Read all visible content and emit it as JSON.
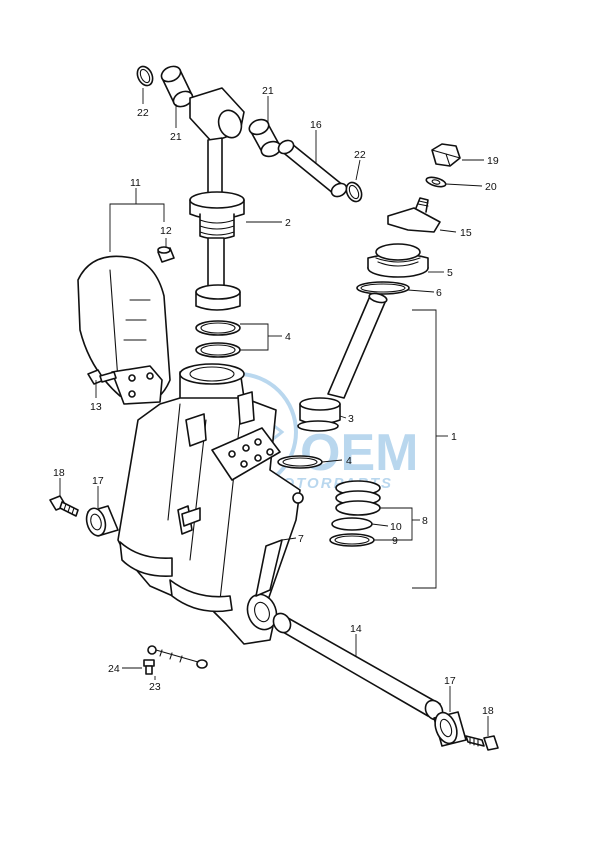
{
  "diagram": {
    "callouts": [
      {
        "id": "c22a",
        "label": "22"
      },
      {
        "id": "c21a",
        "label": "21"
      },
      {
        "id": "c21b",
        "label": "21"
      },
      {
        "id": "c16",
        "label": "16"
      },
      {
        "id": "c22b",
        "label": "22"
      },
      {
        "id": "c19",
        "label": "19"
      },
      {
        "id": "c20",
        "label": "20"
      },
      {
        "id": "c11",
        "label": "11"
      },
      {
        "id": "c12",
        "label": "12"
      },
      {
        "id": "c2",
        "label": "2"
      },
      {
        "id": "c15",
        "label": "15"
      },
      {
        "id": "c5",
        "label": "5"
      },
      {
        "id": "c6",
        "label": "6"
      },
      {
        "id": "c4a",
        "label": "4"
      },
      {
        "id": "c13",
        "label": "13"
      },
      {
        "id": "c3",
        "label": "3"
      },
      {
        "id": "c1",
        "label": "1"
      },
      {
        "id": "c4b",
        "label": "4"
      },
      {
        "id": "c18a",
        "label": "18"
      },
      {
        "id": "c17a",
        "label": "17"
      },
      {
        "id": "c8",
        "label": "8"
      },
      {
        "id": "c10",
        "label": "10"
      },
      {
        "id": "c9",
        "label": "9"
      },
      {
        "id": "c7",
        "label": "7"
      },
      {
        "id": "c14",
        "label": "14"
      },
      {
        "id": "c24",
        "label": "24"
      },
      {
        "id": "c23",
        "label": "23"
      },
      {
        "id": "c17b",
        "label": "17"
      },
      {
        "id": "c18b",
        "label": "18"
      }
    ]
  },
  "watermark": {
    "brand": "OEM",
    "subtitle": "MOTORPARTS",
    "color": "#3a8fd0"
  },
  "colors": {
    "line": "#111111",
    "background": "#ffffff"
  }
}
